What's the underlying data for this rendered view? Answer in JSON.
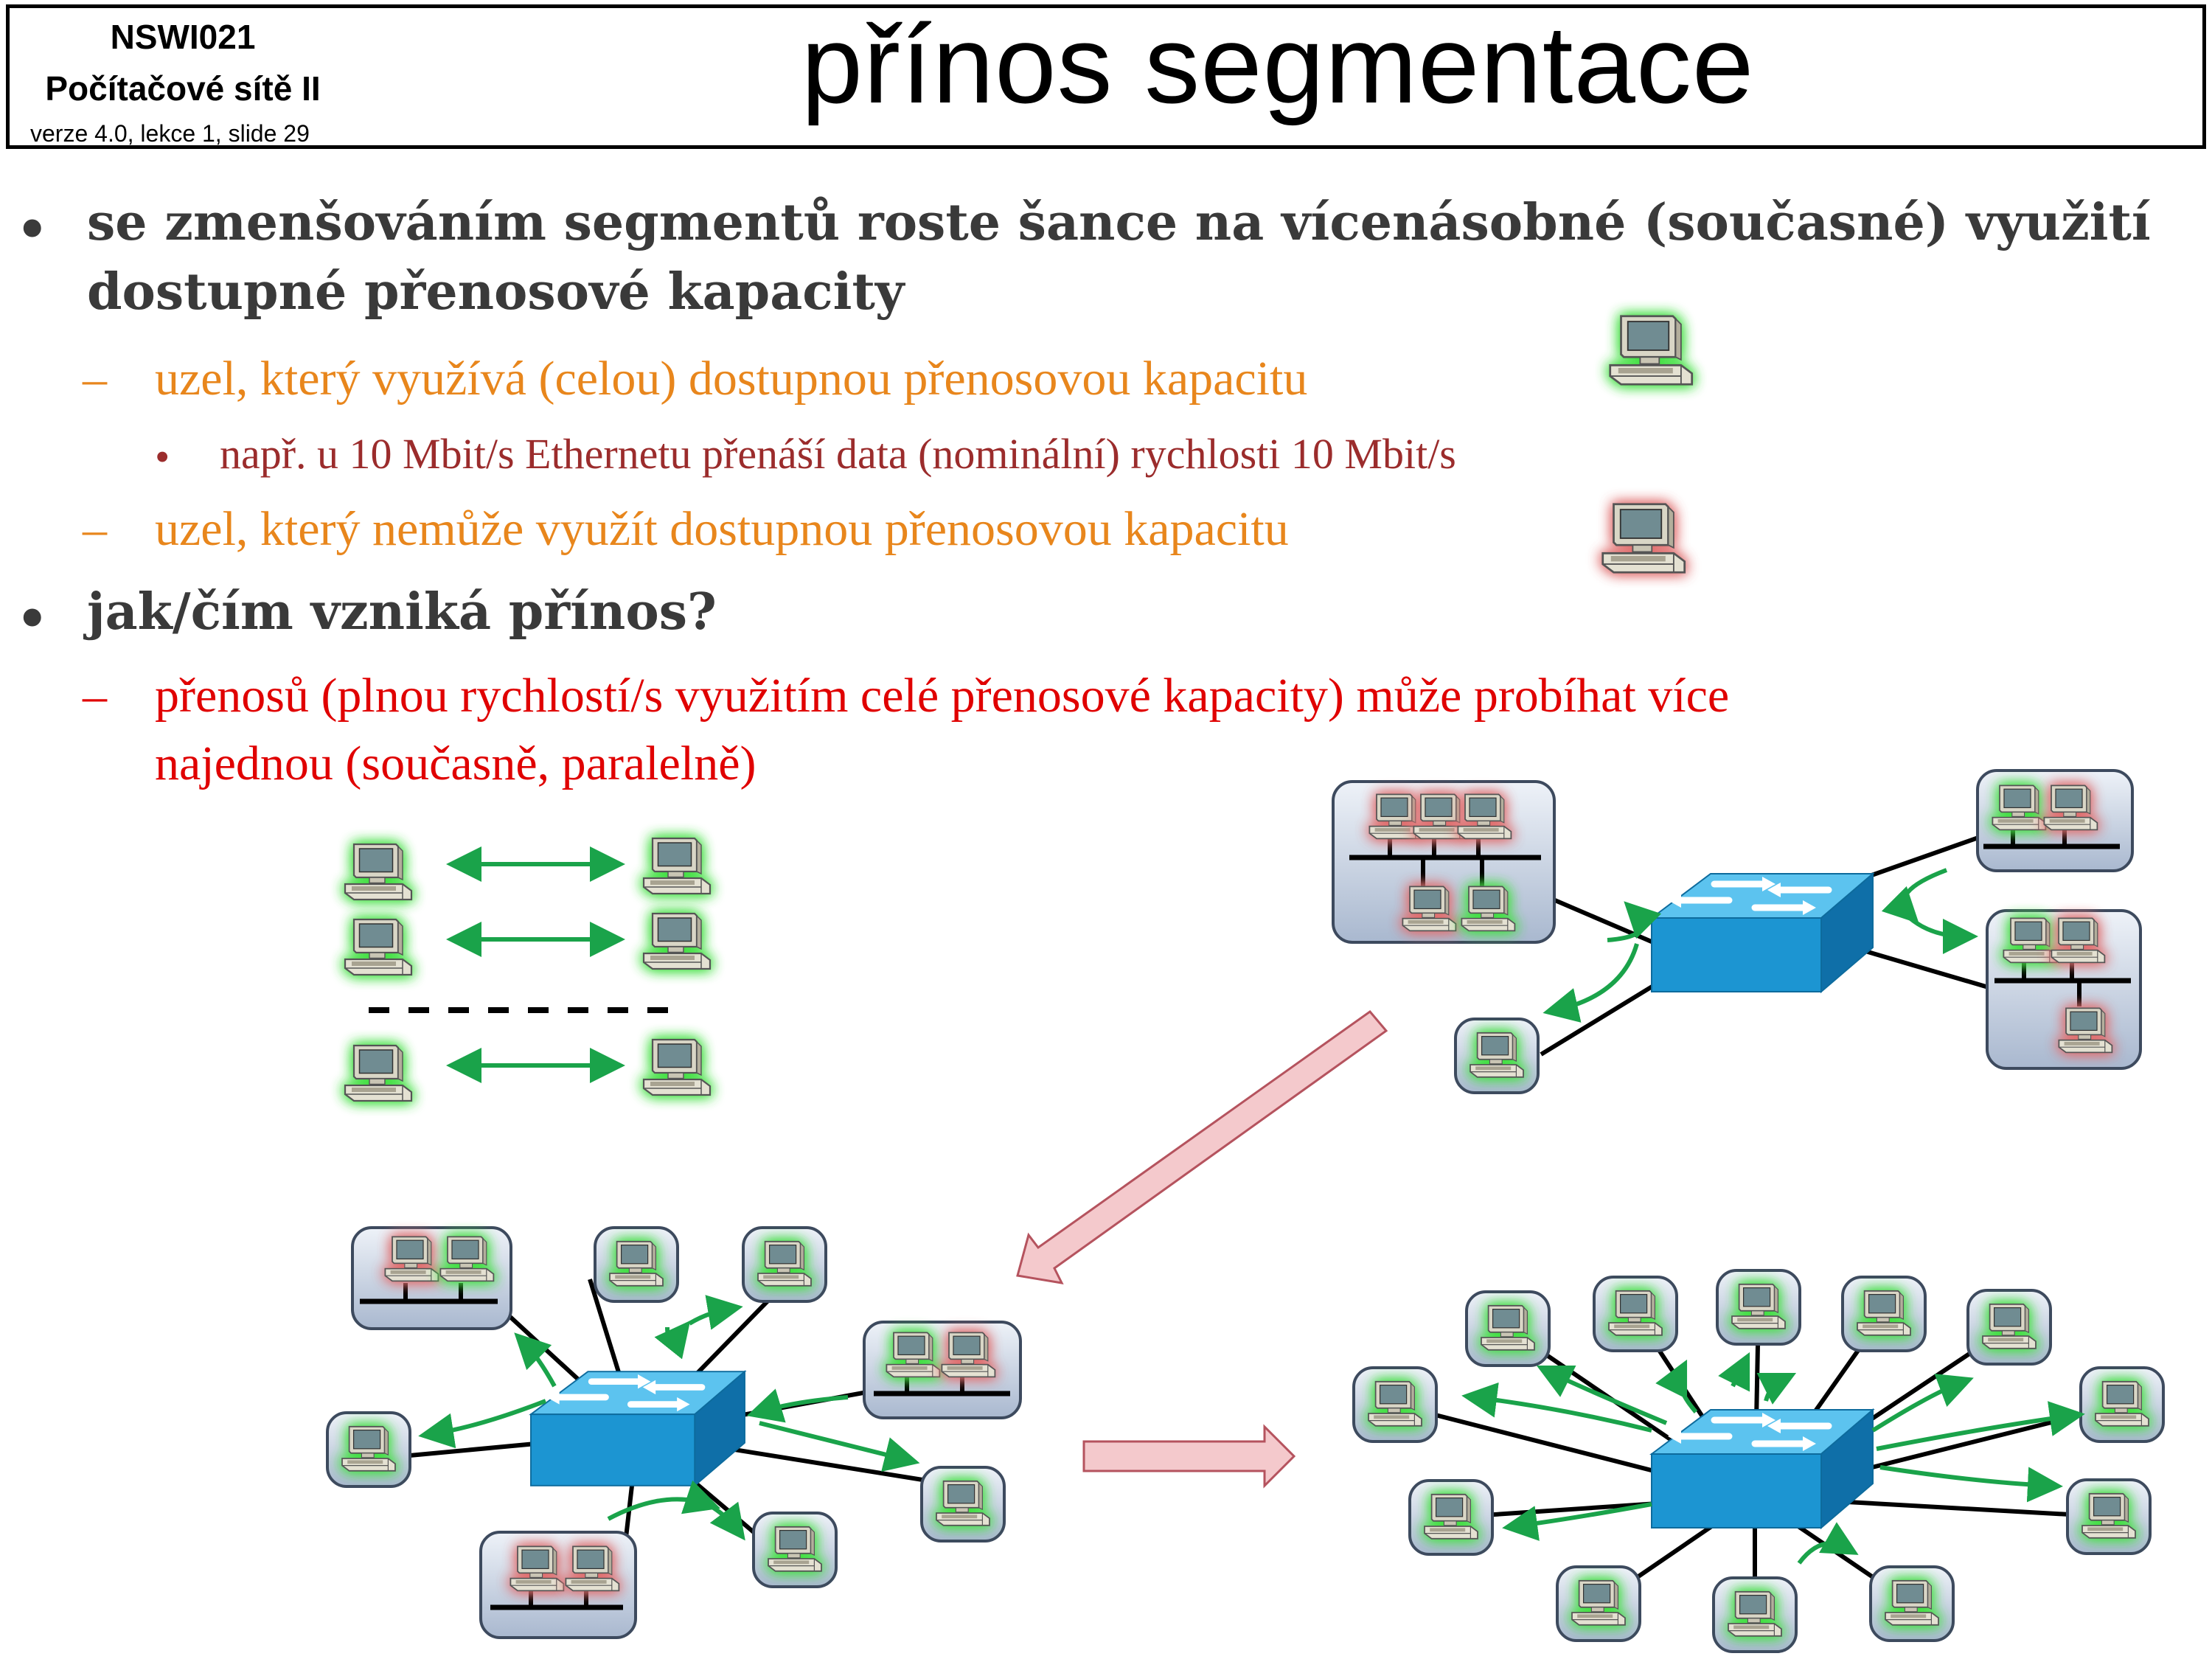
{
  "header": {
    "course_code": "NSWI021",
    "course_name": "Počítačové sítě II",
    "course_meta": "verze 4.0, lekce  1, slide 29",
    "slide_title": "přínos segmentace"
  },
  "bullets": {
    "b1_line1": "se zmenšováním segmentů roste šance na vícenásobné (současné) využití",
    "b1_line2": "dostupné přenosové kapacity",
    "b1_sub1": "uzel, který využívá (celou) dostupnou přenosovou kapacitu",
    "b1_sub1_detail": "např. u 10 Mbit/s Ethernetu přenáší data (nominální) rychlosti 10 Mbit/s",
    "b1_sub2": "uzel, který nemůže využít dostupnou přenosovou kapacitu",
    "b2": "jak/čím vzniká přínos?",
    "b2_sub1_line1": "přenosů (plnou rychlostí/s využitím celé přenosové kapacity) může probíhat více",
    "b2_sub1_line2": "najednou (současně, paralelně)"
  },
  "markers": {
    "bullet": "•",
    "dash": "–"
  },
  "colors": {
    "active_glow": "#5ee65e",
    "blocked_glow": "#e07878",
    "switch_blue": "#1e9bd7",
    "arrow_green": "#1aa34a",
    "transition_arrow": "#f4c9cc"
  },
  "icons": [
    "workstation-icon",
    "switch-icon",
    "bus-segment",
    "transition-arrow"
  ]
}
